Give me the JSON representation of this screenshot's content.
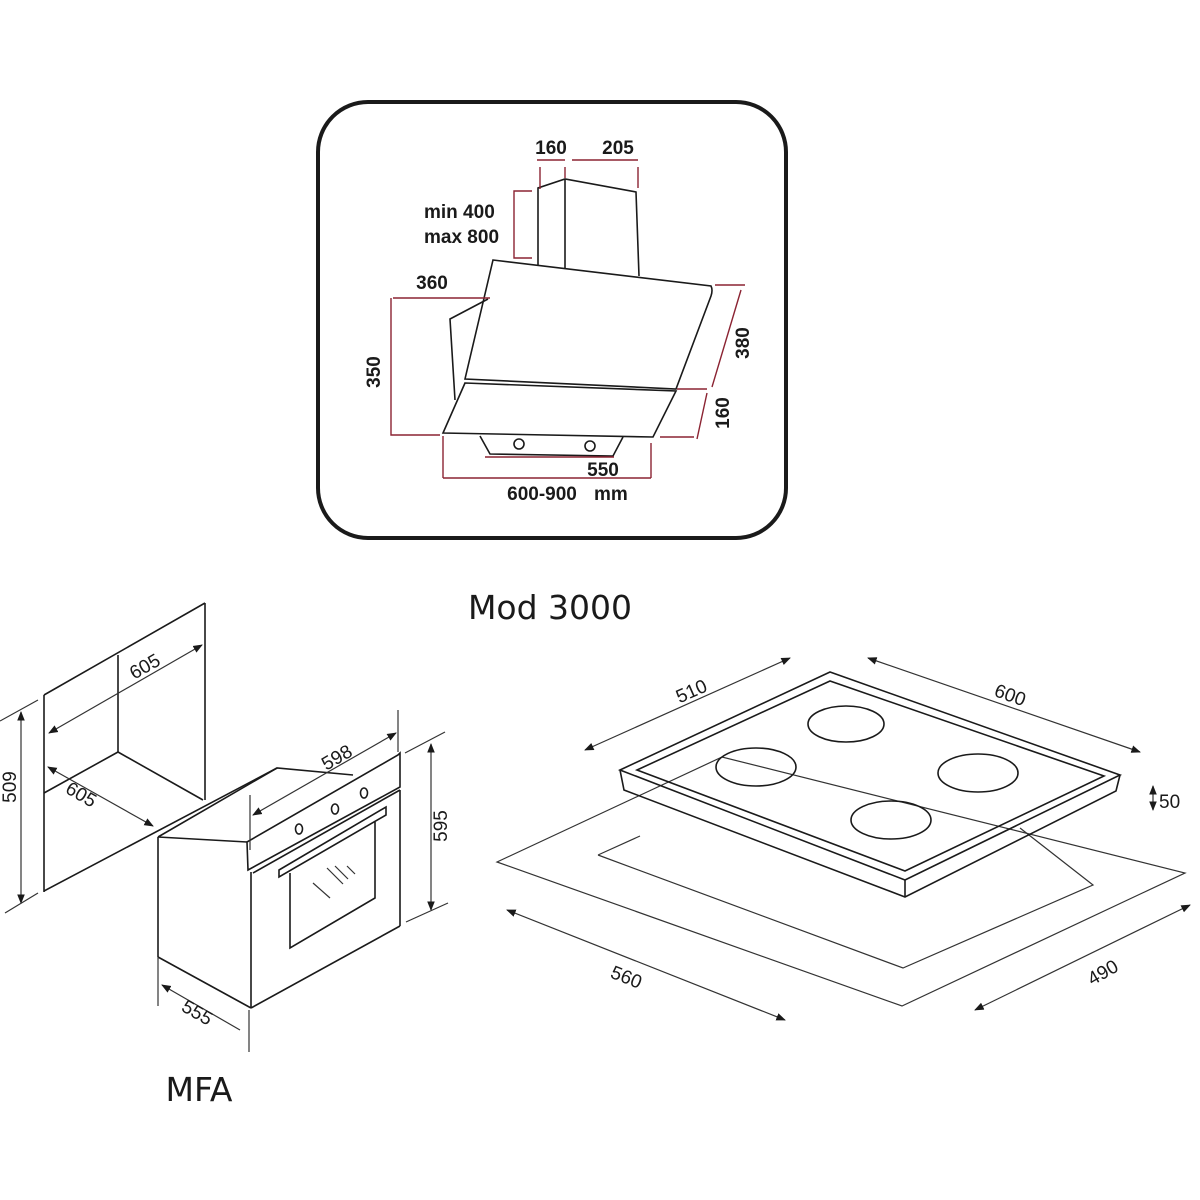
{
  "hood": {
    "panel_title": "Mod 3000",
    "dims": {
      "chimney_depth": "160",
      "chimney_width": "205",
      "chimney_min": "min 400",
      "chimney_max": "max 800",
      "depth": "360",
      "height": "350",
      "glass_upper": "380",
      "glass_lower": "160",
      "inner_width": "550",
      "width_range": "600-900",
      "unit": "mm"
    }
  },
  "oven": {
    "title": "MFA",
    "dims": {
      "niche_width": "605",
      "niche_depth": "605",
      "niche_height": "509",
      "width": "598",
      "height": "595",
      "depth": "555"
    }
  },
  "hob": {
    "dims": {
      "depth": "510",
      "width": "600",
      "thickness": "50",
      "cutout_width": "560",
      "cutout_depth": "490"
    }
  },
  "colors": {
    "line": "#1a1a1a",
    "dimension_red": "#8b2332"
  }
}
